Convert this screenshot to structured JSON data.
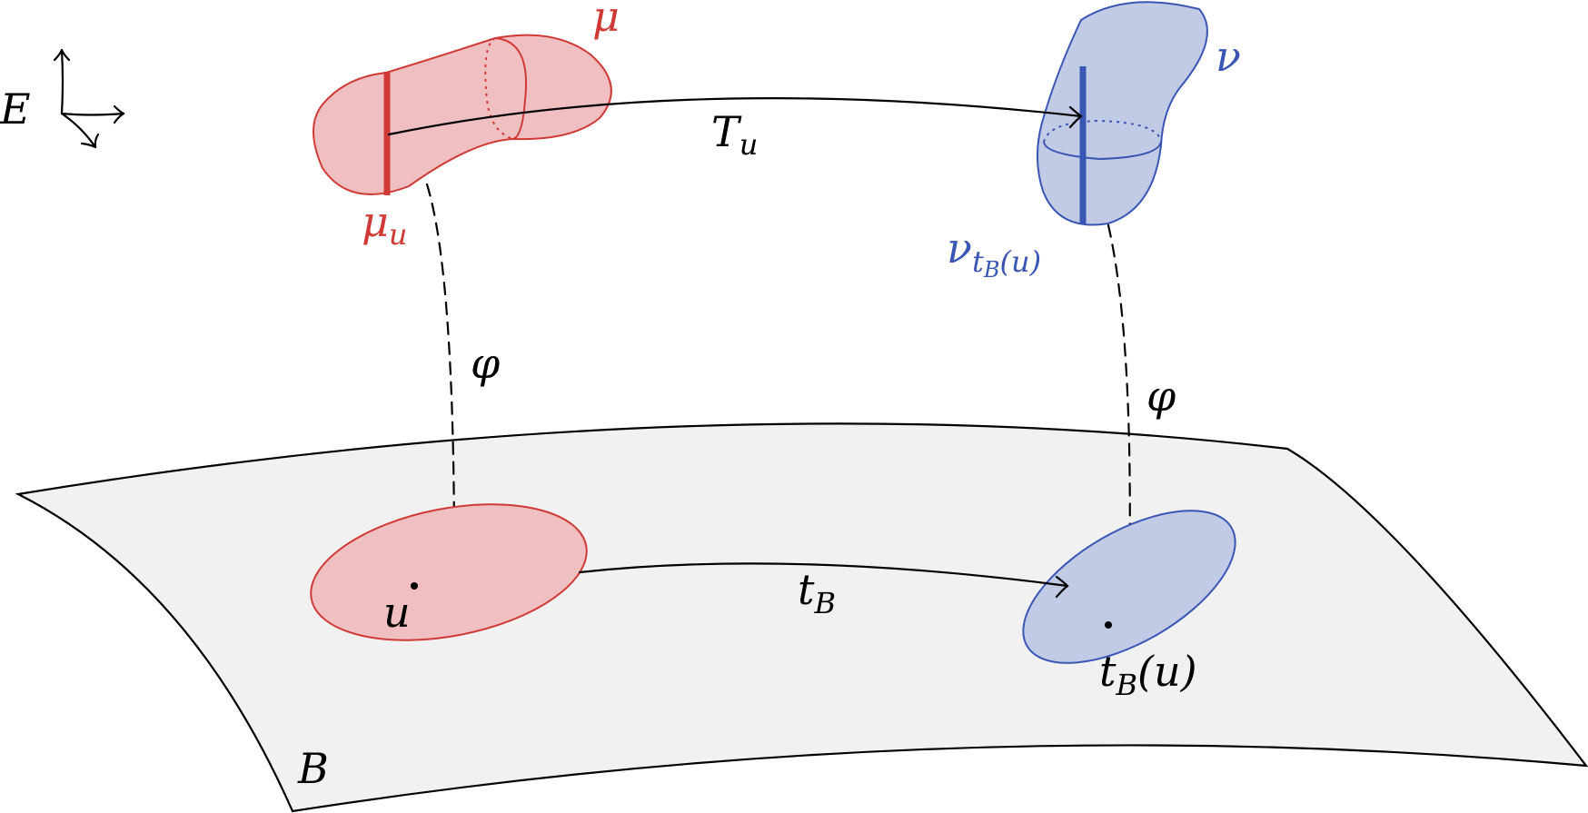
{
  "labels": {
    "E": "E",
    "mu": "μ",
    "mu_u_base": "μ",
    "mu_u_sub": "u",
    "T_u_base": "T",
    "T_u_sub": "u",
    "nu": "ν",
    "nu_sub_base": "ν",
    "nu_sub_t": "t",
    "nu_sub_B": "B",
    "nu_sub_arg": "(u)",
    "phi_left": "φ",
    "phi_right": "φ",
    "u": "u",
    "t_B_base": "t",
    "t_B_sub": "B",
    "t_B_u_base": "t",
    "t_B_u_sub": "B",
    "t_B_u_arg": "(u)",
    "B": "B"
  },
  "colors": {
    "red_stroke": "#d03a36",
    "red_fill": "#f0bfc1",
    "blue_stroke": "#3a56b4",
    "blue_fill": "#c2cbe6",
    "surface_fill": "#f1f1f1",
    "line": "#000000"
  },
  "icons": {
    "axes": "coordinate-axes-icon",
    "arrowheads": "arrowhead"
  }
}
